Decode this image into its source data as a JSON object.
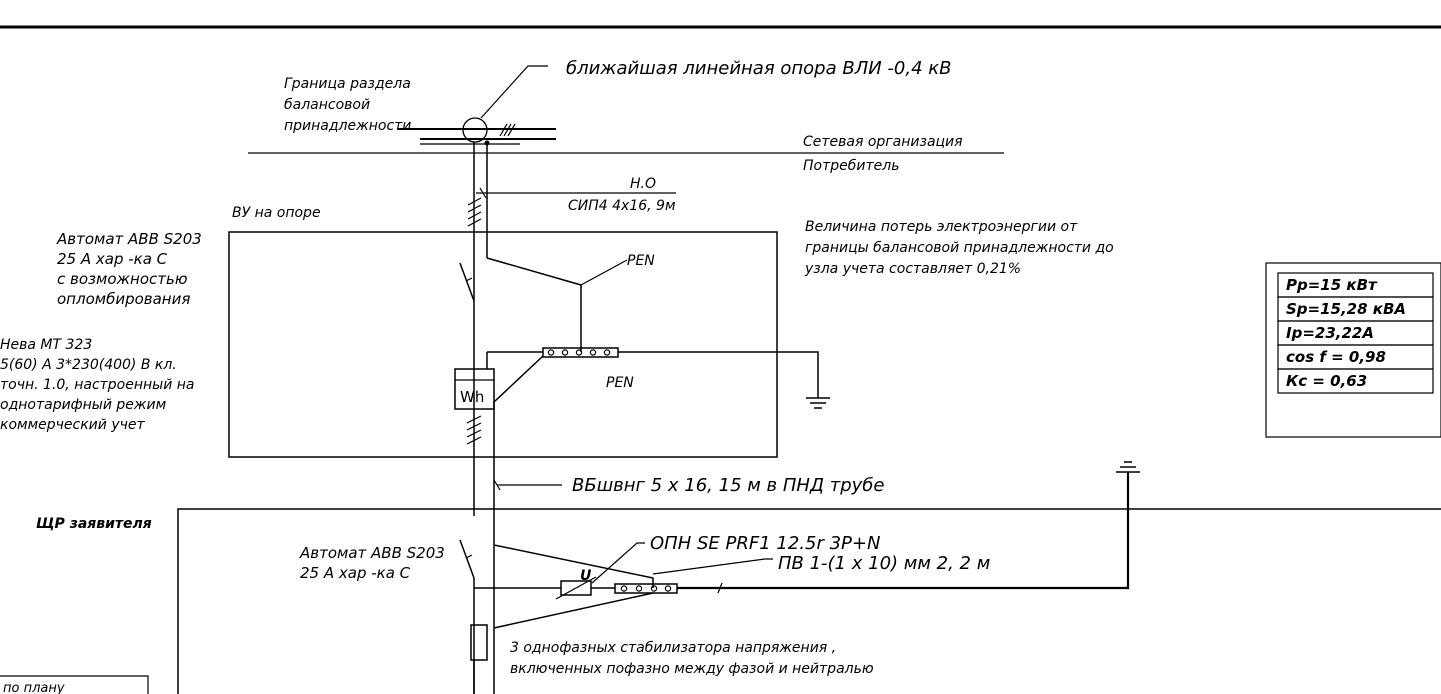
{
  "labels": {
    "nearest_pole": "ближайшая линейная опора ВЛИ -0,4  кВ",
    "boundary_1": "Граница раздела",
    "boundary_2": "балансовой",
    "boundary_3": "принадлежности",
    "network_org": "Сетевая организация",
    "consumer": "Потребитель",
    "cable_no": "Н.О",
    "cable_sip": "СИП4  4х16,  9м",
    "vu_on_pole": "ВУ на опоре",
    "breaker1_1": "Автомат  ABB S203",
    "breaker1_2": "25 А хар -ка С",
    "breaker1_3": "с возможностью",
    "breaker1_4": "опломбирования",
    "loss_1": "Величина потерь электроэнергии от",
    "loss_2": "границы балансовой принадлежности до",
    "loss_3": "узла учета составляет  0,21%",
    "pen_top": "PEN",
    "pen_bus": "PEN",
    "meter_1": "Нева МТ  323",
    "meter_2": "5(60) А  3*230(400) В кл.",
    "meter_3": "точн. 1.0,  настроенный на",
    "meter_4": "однотарифный режим",
    "meter_5": "коммерческий учет",
    "meter_symbol": "Wh",
    "cable_vbshv": "ВБшвнг  5 х 16,  15 м в ПНД трубе",
    "shr": "ЩР заявителя",
    "breaker2_1": "Автомат  ABB S203",
    "breaker2_2": "25 А хар -ка С",
    "opn": "ОПН  SE PRF1 12.5r  3P+N",
    "pv": "ПВ 1-(1 х 10) мм 2,  2  м",
    "surge_u": "U",
    "stab_1": "3  однофазных стабилизатора напряжения ,",
    "stab_2": "включенных пофазно между фазой и нейтралью",
    "note_clip": "по плану"
  },
  "parameters": [
    "Рр=15  кВт",
    "Sр=15,28  кВА",
    "Iр=23,22А",
    "cos f  =  0,98",
    "Кс  =  0,63"
  ]
}
